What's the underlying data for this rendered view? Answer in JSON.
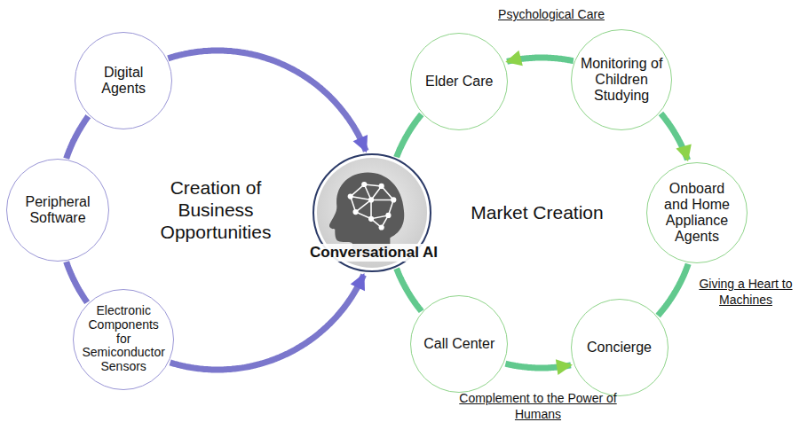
{
  "diagram": {
    "nodes": [
      {
        "text": [
          "Digital Agents"
        ]
      },
      {
        "text": [
          "Peripheral Software"
        ]
      },
      {
        "text": [
          "Electronic Components for Semiconductor Sensors"
        ]
      },
      {
        "text": [
          "Conversational AI"
        ]
      },
      {
        "text": [
          "Elder Care"
        ]
      },
      {
        "text": [
          "Monitoring of Children Studying"
        ]
      },
      {
        "text": [
          "Onboard and Home Appliance Agents"
        ]
      },
      {
        "text": [
          "Concierge"
        ]
      },
      {
        "text": [
          "Call Center"
        ]
      }
    ],
    "edges": [
      {
        "from": 0,
        "to": 1,
        "arrow": "none"
      },
      {
        "from": 1,
        "to": 2,
        "arrow": "none"
      },
      {
        "from": 2,
        "to": 3,
        "arrow": "to"
      },
      {
        "from": 0,
        "to": 3,
        "arrow": "to"
      },
      {
        "from": 3,
        "to": 4,
        "arrow": "none"
      },
      {
        "from": 5,
        "to": 4,
        "arrow": "to"
      },
      {
        "from": 5,
        "to": 6,
        "arrow": "to"
      },
      {
        "from": 6,
        "to": 7,
        "arrow": "none"
      },
      {
        "from": 8,
        "to": 7,
        "arrow": "to"
      },
      {
        "from": 3,
        "to": 8,
        "arrow": "none"
      }
    ],
    "labels": [
      "Creation of Business Opportunities",
      "Market Creation",
      "Psychological Care",
      "Giving a Heart to Machines",
      "Complement to the Power of Humans"
    ]
  }
}
